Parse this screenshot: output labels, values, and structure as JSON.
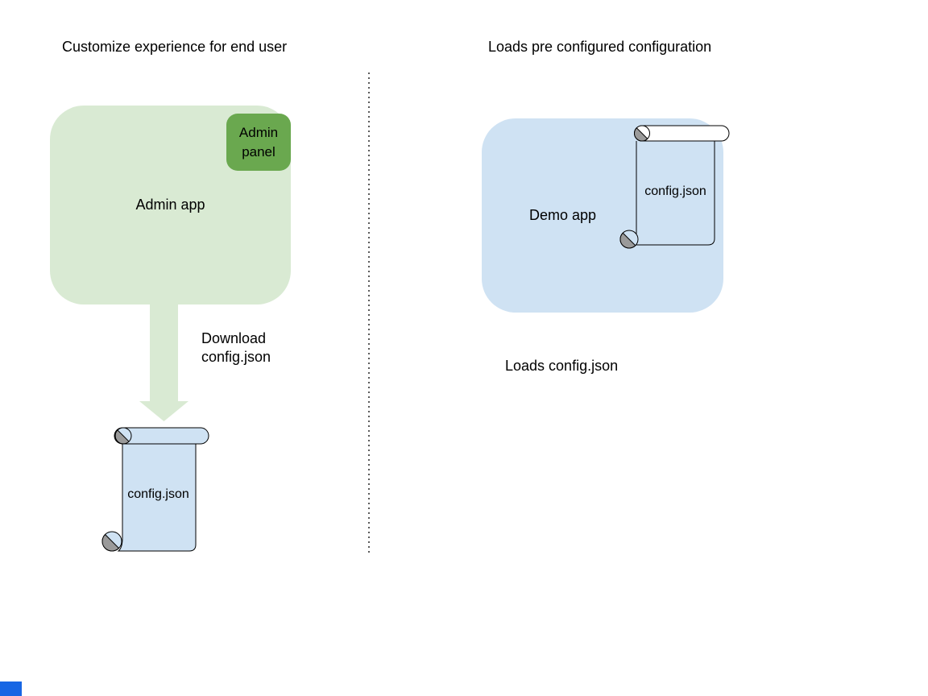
{
  "left_section": {
    "title": "Customize experience for end user",
    "admin_app": {
      "label": "Admin app",
      "fill": "#d9ead3"
    },
    "admin_panel": {
      "label": "Admin panel",
      "fill": "#6aa84f"
    },
    "download_caption": [
      "Download",
      "config.json"
    ],
    "arrow": {
      "fill": "#d9ead3",
      "direction": "down"
    },
    "scroll": {
      "label": "config.json",
      "fill": "#cfe2f3"
    }
  },
  "right_section": {
    "title": "Loads pre configured configuration",
    "demo_app": {
      "label": "Demo app",
      "fill": "#cfe2f3"
    },
    "scroll": {
      "label": "config.json",
      "fill": "transparent"
    },
    "caption": "Loads config.json"
  },
  "divider": {
    "style": "dotted",
    "color": "#5a5a5a"
  },
  "colors": {
    "background": "#ffffff",
    "light_green": "#d9ead3",
    "medium_green": "#6aa84f",
    "light_blue": "#cfe2f3",
    "scroll_curl_gray": "#9a9a9a",
    "outline": "#000000",
    "text": "#000000",
    "accent_blue": "#1766e4"
  }
}
